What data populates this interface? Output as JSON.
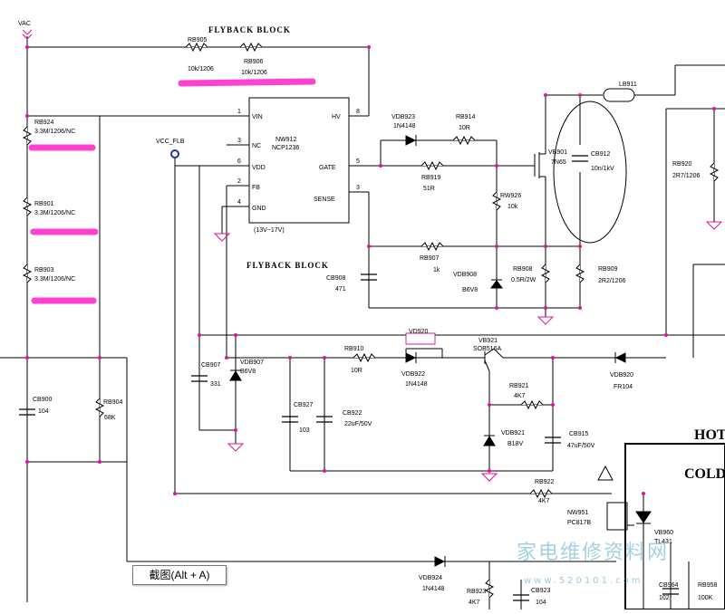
{
  "title_top": "FLYBACK BLOCK",
  "title_mid": "FLYBACK BLOCK",
  "vac": "VAC",
  "vcc_flb": "VCC_FLB",
  "ic": {
    "ref": "NW912",
    "part": "NCP1236",
    "note": "(13V~17V)",
    "pins": {
      "vin": "VIN",
      "nc": "NC",
      "vdd": "VDD",
      "fb": "FB",
      "gnd": "GND",
      "hv": "HV",
      "gate": "GATE",
      "sense": "SENSE"
    },
    "pin_numbers": {
      "vin": "1",
      "nc": "3",
      "vdd": "6",
      "fb": "2",
      "gnd": "4",
      "hv": "8",
      "gate": "5",
      "sense": "3"
    }
  },
  "components": {
    "rb905": [
      "RB905",
      "10k/1206"
    ],
    "rb906": [
      "RB906",
      "10k/1206"
    ],
    "rb924": [
      "RB924",
      "3.3M/1206/NC"
    ],
    "rb901": [
      "RB901",
      "3.3M/1206/NC"
    ],
    "rb903": [
      "RB903",
      "3.3M/1206/NC"
    ],
    "vdb923": [
      "VDB923",
      "1N4148"
    ],
    "rb914": [
      "RB914",
      "10R"
    ],
    "rb919": [
      "RB919",
      "51R"
    ],
    "rw926": [
      "RW926",
      "10k"
    ],
    "vb901": [
      "VB901",
      "7N65"
    ],
    "cb912": [
      "CB912",
      "10n/1kV"
    ],
    "lb911": [
      "LB911"
    ],
    "rb920": [
      "RB920",
      "2R7/1206"
    ],
    "rb907": [
      "RB907",
      "1k"
    ],
    "cb908": [
      "CB908",
      "471"
    ],
    "vdb908": [
      "VDB908",
      "B6V8"
    ],
    "rb908": [
      "RB908",
      "0.5R/2W"
    ],
    "rb909": [
      "RB909",
      "2R2/1206"
    ],
    "vd920": [
      "VD920"
    ],
    "vb921": [
      "VB921",
      "SOB516A"
    ],
    "cb907": [
      "CB907",
      "331"
    ],
    "vdb907": [
      "VDB907",
      "B6V8"
    ],
    "rb910": [
      "RB910",
      "10R"
    ],
    "vdb922": [
      "VDB922",
      "1N4148"
    ],
    "vdb920": [
      "VDB920",
      "FR104"
    ],
    "cb900": [
      "CB900",
      "104"
    ],
    "rb904": [
      "RB904",
      "68K"
    ],
    "cb927": [
      "CB927",
      "103"
    ],
    "cb922": [
      "CB922",
      "22uF/50V"
    ],
    "rb921": [
      "RB921",
      "4K7"
    ],
    "vdb921": [
      "VDB921",
      "B18V"
    ],
    "cb915": [
      "CB915",
      "47uF/50V"
    ],
    "rb922": [
      "RB922",
      "4K7"
    ],
    "nw951": [
      "NW951",
      "PC817B"
    ],
    "vdb924": [
      "VDB924",
      "1N4148"
    ],
    "rb923": [
      "RB923",
      "4K7"
    ],
    "cb923": [
      "CB923",
      "104"
    ],
    "vb960": [
      "VB960",
      "TL431"
    ],
    "cb964": [
      "CB964",
      "102"
    ],
    "rb958": [
      "RB958",
      "100K"
    ]
  },
  "hot": "HOT",
  "cold": "COLD",
  "screenshot_tip": "截图(Alt + A)",
  "watermark": {
    "text": "家电维修资料网",
    "url": "www.520101.com"
  }
}
